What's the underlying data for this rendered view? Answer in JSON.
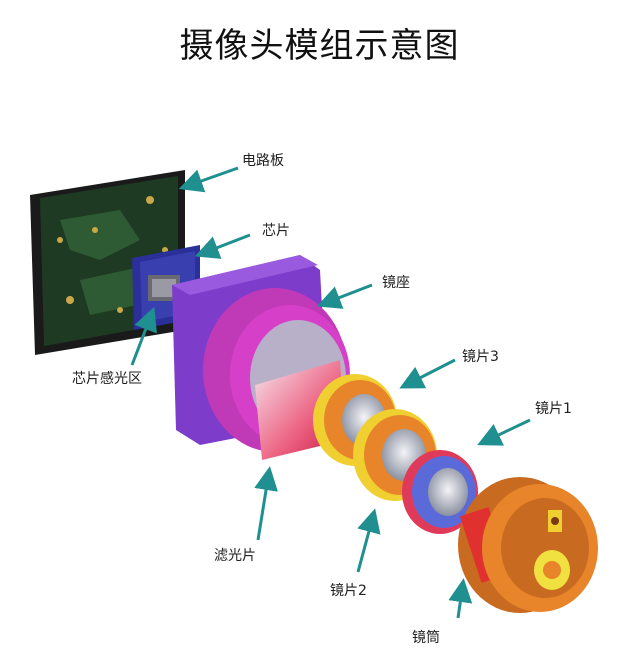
{
  "title": "摄像头模组示意图",
  "labels": {
    "pcb": "电路板",
    "chip": "芯片",
    "holder": "镜座",
    "lens3": "镜片3",
    "lens1": "镜片1",
    "sensor_area": "芯片感光区",
    "filter": "滤光片",
    "lens2": "镜片2",
    "barrel": "镜筒"
  },
  "colors": {
    "arrow": "#1f8f8f",
    "pcb": "#1e3a22",
    "chip": "#3a3fb0",
    "holder": "#7d3cc9",
    "holder_ring": "#d640c8",
    "filter": "#e02a4a",
    "lens_orange": "#e8842a",
    "lens_yellow": "#f0d030",
    "lens_blue": "#5a6ad8",
    "barrel_red": "#e03030"
  }
}
